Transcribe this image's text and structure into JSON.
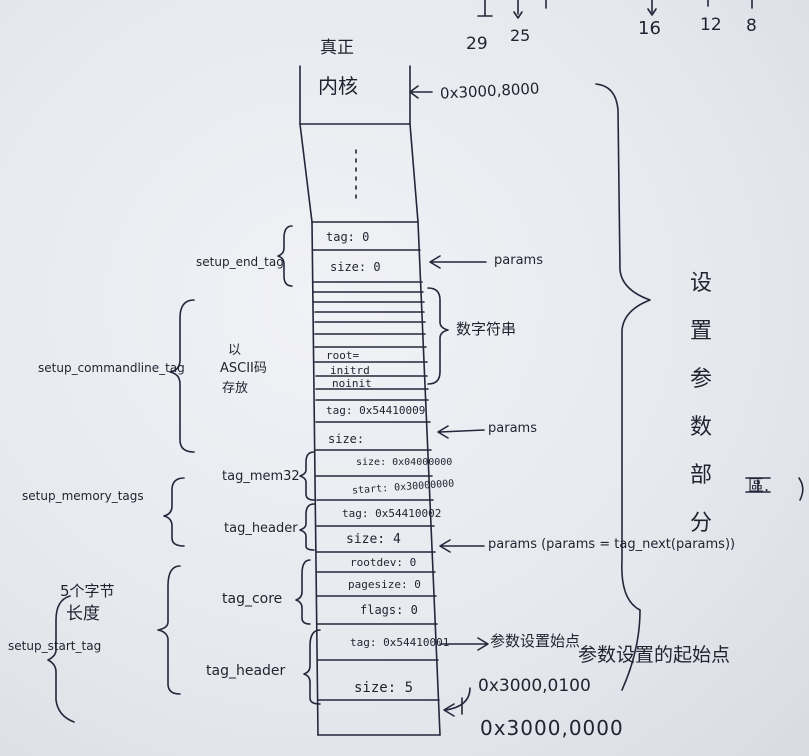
{
  "top_numbers": [
    "29",
    "25",
    "16",
    "12",
    "8"
  ],
  "header": {
    "line1": "真正",
    "line2": "内核"
  },
  "addresses": {
    "top": "0x3000,8000",
    "mid": "0x3000,0100",
    "bottom": "0x3000,0000"
  },
  "cells": {
    "end_tag": "tag: 0",
    "end_size": "size: 0",
    "cmd_root": "root=",
    "cmd_initrd": "initrd",
    "cmd_noinit": "noinit",
    "cmd_tag": "tag: 0x54410009",
    "cmd_size": "size:",
    "mem_size": "size: 0x04000000",
    "mem_start": "start: 0x30000000",
    "mem_tag": "tag: 0x54410002",
    "mem_hdr_size": "size: 4",
    "core_rootdev": "rootdev: 0",
    "core_pagesize": "pagesize: 0",
    "core_flags": "flags: 0",
    "core_tag": "tag: 0x54410001",
    "core_size": "size: 5"
  },
  "labels": {
    "setup_end_tag": "setup_end_tag",
    "setup_commandline_tag": "setup_commandline_tag",
    "ascii_store_line1": "以",
    "ascii_store_line2": "ASCII码",
    "ascii_store_line3": "存放",
    "string_label": "数字符串",
    "setup_memory_tags": "setup_memory_tags",
    "tag_mem32": "tag_mem32",
    "tag_header_1": "tag_header",
    "five_bytes_line1": "5个字节",
    "five_bytes_line2": "长度",
    "tag_core": "tag_core",
    "setup_start_tag": "setup_start_tag",
    "tag_header_2": "tag_header",
    "params_1": "params",
    "params_2": "params",
    "params_3": "params (params = tag_next(params))",
    "param_start_1": "参数设置始点",
    "param_start_2": "参数设置的起始点",
    "setting_params": "设置参数部分",
    "side_mark": "區."
  }
}
